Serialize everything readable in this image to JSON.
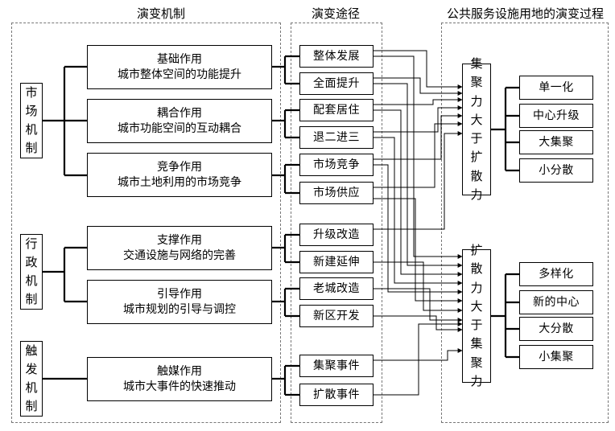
{
  "headers": {
    "mechanism": "演变机制",
    "path": "演变途径",
    "process": "公共服务设施用地的演变过程"
  },
  "groups": [
    {
      "label": [
        "市",
        "场",
        "机",
        "制"
      ],
      "mechanisms": [
        {
          "title": "基础作用",
          "desc": "城市整体空间的功能提升"
        },
        {
          "title": "耦合作用",
          "desc": "城市功能空间的互动耦合"
        },
        {
          "title": "竞争作用",
          "desc": "城市土地利用的市场竞争"
        }
      ]
    },
    {
      "label": [
        "行",
        "政",
        "机",
        "制"
      ],
      "mechanisms": [
        {
          "title": "支撑作用",
          "desc": "交通设施与网络的完善"
        },
        {
          "title": "引导作用",
          "desc": "城市规划的引导与调控"
        }
      ]
    },
    {
      "label": [
        "触",
        "发",
        "机",
        "制"
      ],
      "mechanisms": [
        {
          "title": "触媒作用",
          "desc": "城市大事件的快速推动"
        }
      ]
    }
  ],
  "paths": [
    "整体发展",
    "全面提升",
    "配套居住",
    "退二进三",
    "市场竞争",
    "市场供应",
    "升级改造",
    "新建延伸",
    "老城改造",
    "新区开发",
    "集聚事件",
    "扩散事件"
  ],
  "processes": [
    {
      "label": [
        "集",
        "聚",
        "力",
        "大",
        "于",
        "扩",
        "散",
        "力"
      ],
      "results": [
        "单一化",
        "中心升级",
        "大集聚",
        "小分散"
      ]
    },
    {
      "label": [
        "扩",
        "散",
        "力",
        "大",
        "于",
        "集",
        "聚",
        "力"
      ],
      "results": [
        "多样化",
        "新的中心",
        "大分散",
        "小集聚"
      ]
    }
  ]
}
